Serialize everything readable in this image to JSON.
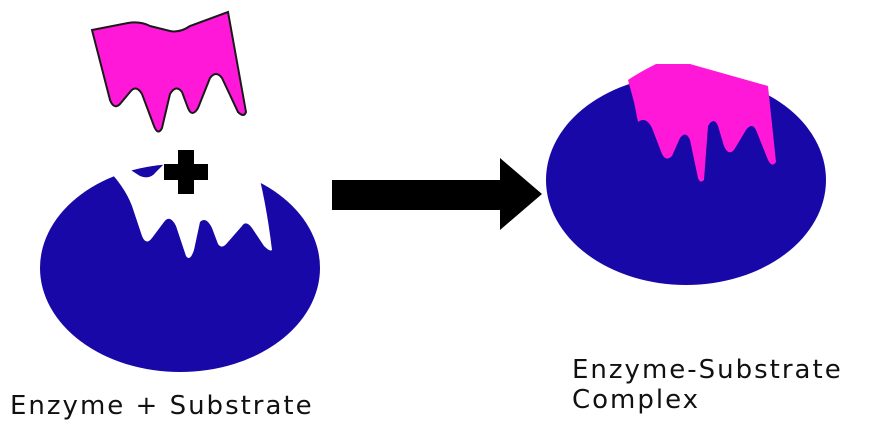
{
  "colors": {
    "enzyme": "#1808a8",
    "substrate": "#ff18d8",
    "outline": "#1a1a1a",
    "arrow": "#000000",
    "plus": "#000000",
    "background": "#ffffff",
    "text": "#111111"
  },
  "icons": {
    "plus": "plus-icon",
    "arrow": "right-arrow-icon"
  },
  "labels": {
    "reactants": "Enzyme + Substrate",
    "product_line1": "Enzyme-Substrate",
    "product_line2": "Complex"
  }
}
